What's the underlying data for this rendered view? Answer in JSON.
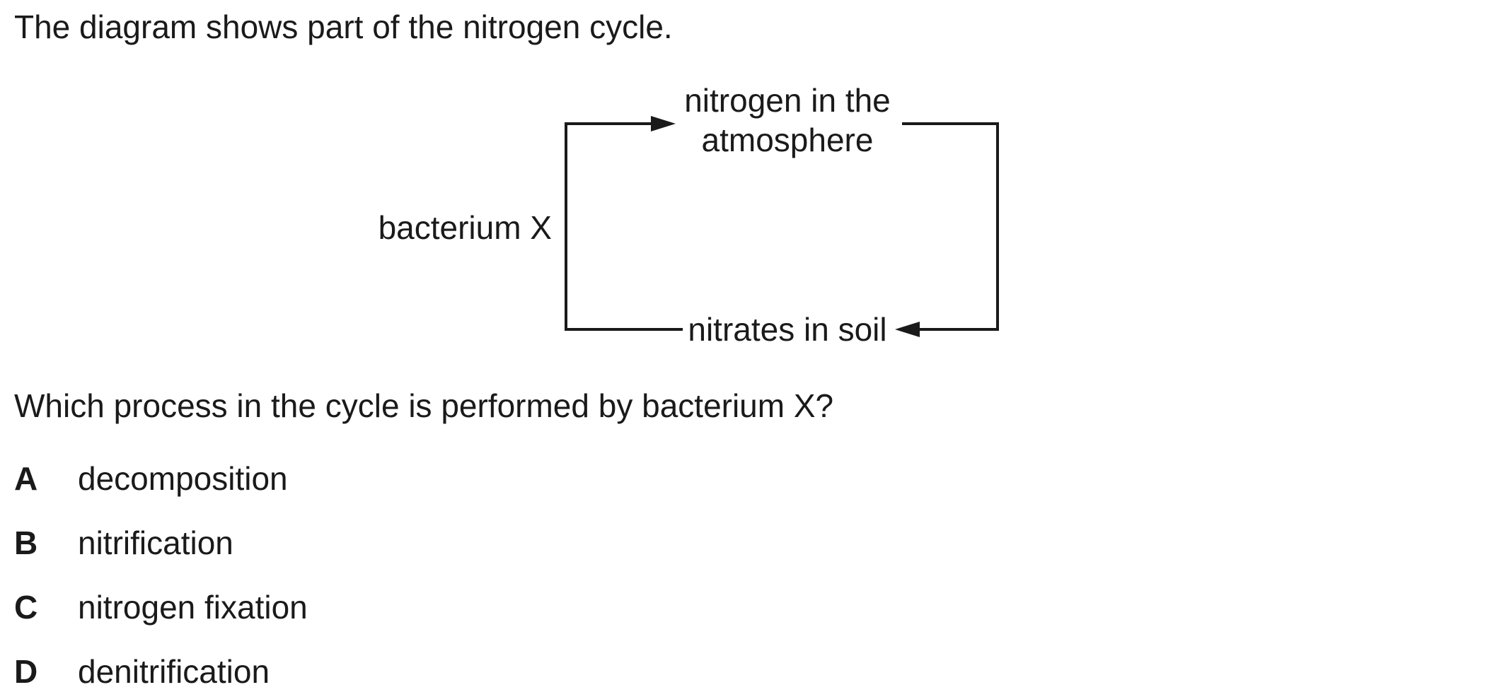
{
  "intro": "The diagram shows part of the nitrogen cycle.",
  "diagram": {
    "top_label_line1": "nitrogen in the",
    "top_label_line2": "atmosphere",
    "bottom_label": "nitrates in soil",
    "left_label": "bacterium X"
  },
  "question": "Which process in the cycle is performed by bacterium X?",
  "options": [
    {
      "letter": "A",
      "text": "decomposition"
    },
    {
      "letter": "B",
      "text": "nitrification"
    },
    {
      "letter": "C",
      "text": "nitrogen fixation"
    },
    {
      "letter": "D",
      "text": "denitrification"
    }
  ]
}
